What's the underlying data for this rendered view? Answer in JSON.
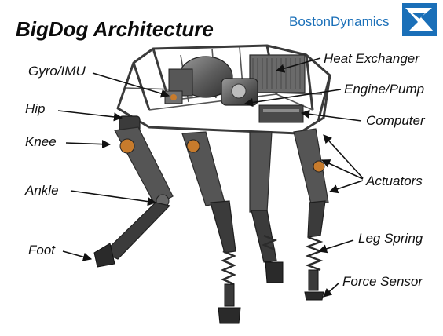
{
  "title": "BigDog Architecture",
  "brand": {
    "name_part1": "Boston",
    "name_part2": "Dynamics",
    "color": "#1a6fb8",
    "logo_icon": "boston-dynamics-logo-icon"
  },
  "labels": {
    "gyro_imu": "Gyro/IMU",
    "hip": "Hip",
    "knee": "Knee",
    "ankle": "Ankle",
    "foot": "Foot",
    "heat_exchanger": "Heat Exchanger",
    "engine_pump": "Engine/Pump",
    "computer": "Computer",
    "actuators": "Actuators",
    "leg_spring": "Leg Spring",
    "force_sensor": "Force Sensor"
  }
}
